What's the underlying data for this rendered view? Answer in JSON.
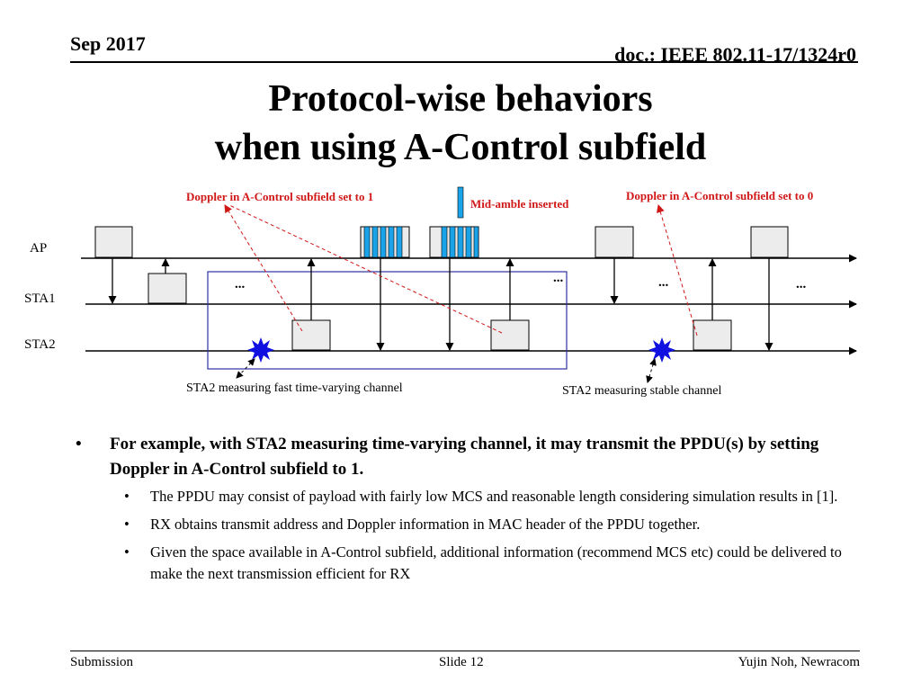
{
  "header": {
    "date": "Sep 2017",
    "doc": "doc.: IEEE 802.11-17/1324r0"
  },
  "title": {
    "line1": "Protocol-wise behaviors",
    "line2": "when using A-Control subfield"
  },
  "diagram": {
    "rows": [
      "AP",
      "STA1",
      "STA2"
    ],
    "annotations": {
      "doppler_set_1": "Doppler in A-Control subfield set to 1",
      "midamble": "Mid-amble inserted",
      "doppler_set_0": "Doppler in A-Control subfield set to 0"
    },
    "ellipsis": "...",
    "captions": {
      "fast": "STA2 measuring fast time-varying channel",
      "stable": "STA2 measuring stable channel"
    },
    "colors": {
      "timeline": "#000000",
      "frame_fill": "#ececec",
      "midamble": "#1aa3e8",
      "highlight_box": "#3030a0",
      "annotation": "#d01818",
      "burst": "#1010e0"
    }
  },
  "bullets": {
    "main": "For example, with STA2 measuring time-varying channel, it may transmit the PPDU(s) by setting Doppler in A-Control subfield to 1.",
    "subs": [
      "The PPDU may consist of payload with fairly low MCS and reasonable length considering simulation results in [1].",
      "RX obtains transmit address and Doppler information in MAC header of the PPDU together.",
      "Given the space available in A-Control subfield, additional information (recommend MCS etc) could be delivered to make the next transmission efficient for RX"
    ],
    "marker": "•"
  },
  "footer": {
    "left": "Submission",
    "center": "Slide 12",
    "right": "Yujin Noh, Newracom"
  }
}
